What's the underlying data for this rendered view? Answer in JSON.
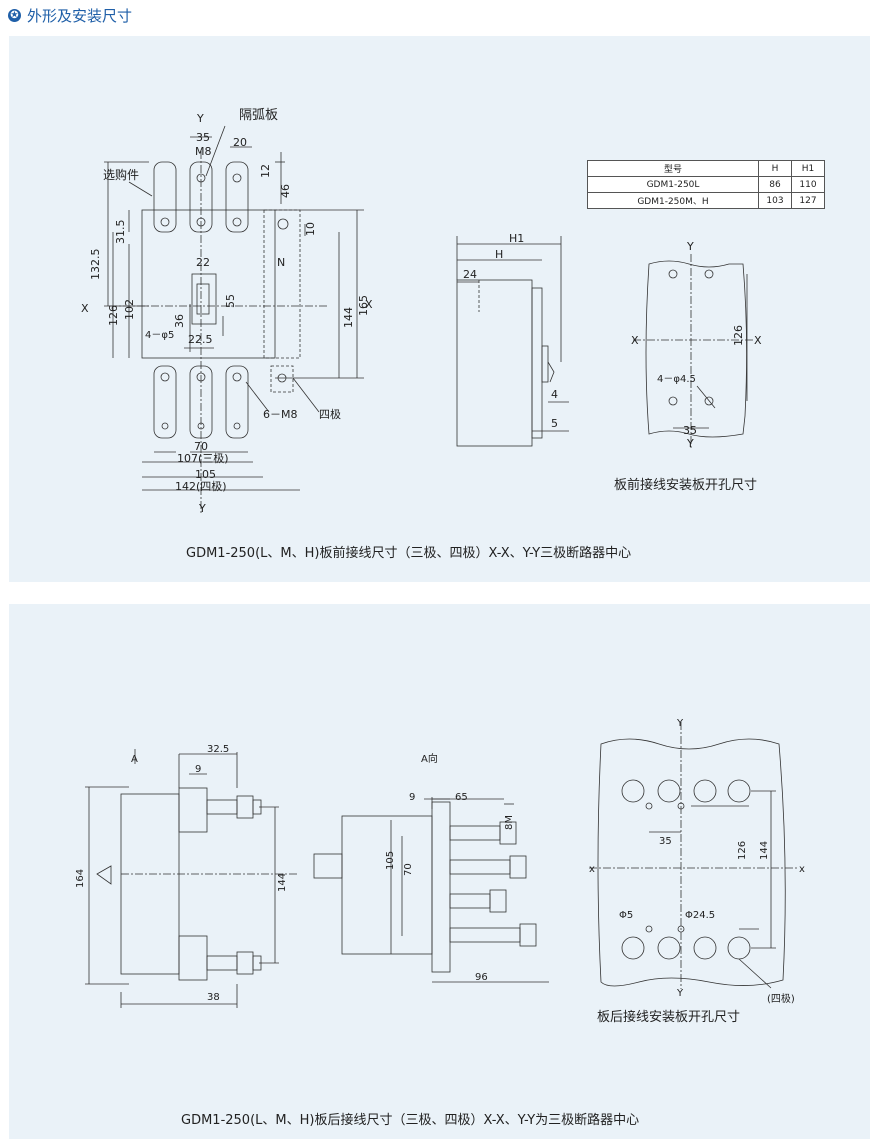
{
  "header": {
    "icon": "star-badge-icon",
    "title": "外形及安装尺寸"
  },
  "colors": {
    "accent": "#1f5fa8",
    "panel": "#eaf2f8",
    "line": "#222222"
  },
  "front": {
    "caption_main": "GDM1-250(L、M、H)板前接线尺寸（三极、四极）X-X、Y-Y三极断路器中心",
    "caption_plate": "板前接线安装板开孔尺寸",
    "labels": {
      "y_top": "Y",
      "y_bottom": "Y",
      "x_left": "X",
      "x_right": "X",
      "d35": "35",
      "m8": "M8",
      "d20": "20",
      "arc": "隔弧板",
      "option": "选购件",
      "d12": "12",
      "d46": "46",
      "d10": "10",
      "d1325": "132.5",
      "d315": "31.5",
      "d22": "22",
      "n": "N",
      "d55": "55",
      "d126": "126",
      "d102": "102",
      "d36": "36",
      "holes": "4－φ5",
      "d225": "22.5",
      "d144": "144",
      "d165": "165",
      "m8x6": "6－M8",
      "four_pole": "四极",
      "d70": "70",
      "d107": "107(三极)",
      "d105": "105",
      "d142": "142(四极)",
      "h1": "H1",
      "h": "H",
      "d24": "24",
      "d4": "4",
      "d5": "5",
      "py_top": "Y",
      "py_bottom": "Y",
      "px_left": "X",
      "px_right": "X",
      "p126": "126",
      "pholes": "4－φ4.5",
      "p35": "35"
    },
    "table": {
      "headers": [
        "型号",
        "H",
        "H1"
      ],
      "rows": [
        [
          "GDM1-250L",
          "86",
          "110"
        ],
        [
          "GDM1-250M、H",
          "103",
          "127"
        ]
      ]
    }
  },
  "rear": {
    "caption_main": "GDM1-250(L、M、H)板后接线尺寸（三极、四极）X-X、Y-Y为三极断路器中心",
    "caption_plate": "板后接线安装板开孔尺寸",
    "labels": {
      "a": "A",
      "d325": "32.5",
      "d9": "9",
      "d164": "164",
      "d144": "144",
      "d38": "38",
      "a_view": "A向",
      "r9": "9",
      "r65": "65",
      "r8m": "8M",
      "r105": "105",
      "r70": "70",
      "r96": "96",
      "qy_top": "Y",
      "qy_bottom": "Y",
      "qx_left": "x",
      "qx_right": "x",
      "q35": "35",
      "q126": "126",
      "q144": "144",
      "phi5": "Φ5",
      "phi245": "Φ24.5",
      "four_pole": "(四极)"
    }
  }
}
